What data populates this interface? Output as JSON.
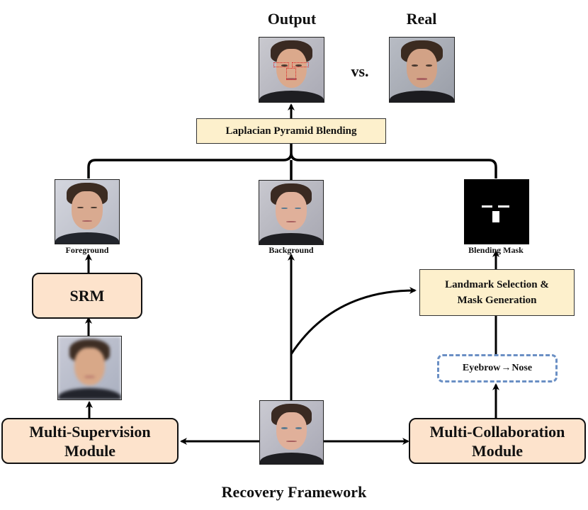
{
  "figure": {
    "titles": {
      "output": "Output",
      "real": "Real",
      "vs": "vs."
    },
    "boxes": {
      "laplacian": "Laplacian Pyramid Blending",
      "srm": "SRM",
      "landmark": "Landmark Selection & Mask Generation",
      "landmark_line1": "Landmark Selection &",
      "landmark_line2": "Mask Generation",
      "eyebrow_nose": {
        "from": "Eyebrow",
        "to": "Nose",
        "arrow": "→"
      },
      "multi_supervision_line1": "Multi-Supervision",
      "multi_supervision_line2": "Module",
      "multi_collaboration_line1": "Multi-Collaboration",
      "multi_collaboration_line2": "Module"
    },
    "captions": {
      "foreground": "Foreground",
      "background": "Background",
      "blending_mask": "Blending Mask"
    },
    "footer": "Recovery Framework",
    "images": [
      {
        "id": "output",
        "label": "output-face-image"
      },
      {
        "id": "real",
        "label": "real-face-image"
      },
      {
        "id": "foreground",
        "label": "foreground-face-image"
      },
      {
        "id": "background",
        "label": "background-face-image"
      },
      {
        "id": "mask",
        "label": "blending-mask-image"
      },
      {
        "id": "coarse",
        "label": "coarse-face-image"
      },
      {
        "id": "input",
        "label": "input-face-image"
      }
    ],
    "colors": {
      "yellow_box": "#fdf0cc",
      "orange_box": "#fde3cc",
      "dashed_border": "#6a8fc4",
      "landmark_highlight": "#e02020"
    }
  }
}
